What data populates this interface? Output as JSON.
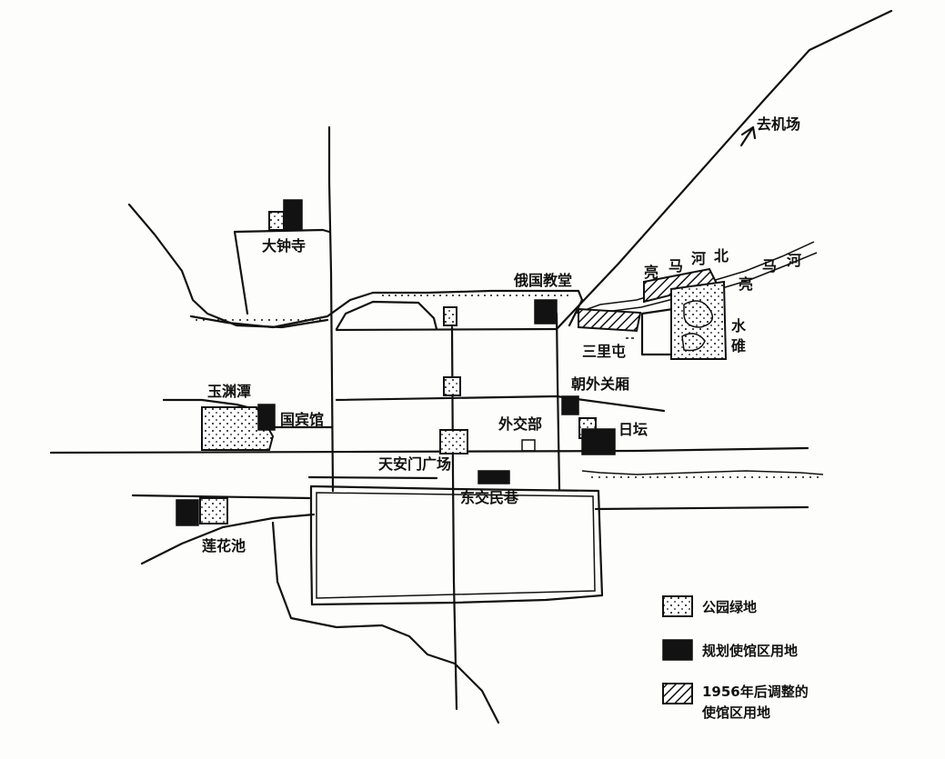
{
  "labels": {
    "dazhongsi": "大钟寺",
    "eguo_jiaotang": "俄国教堂",
    "qu_jichang": "去机场",
    "liangmahe_bei": [
      "亮",
      "马",
      "河",
      "北"
    ],
    "liangmahe": [
      "亮",
      "马",
      "河"
    ],
    "shuidui": [
      "水",
      "碓"
    ],
    "sanlitun": "三里屯",
    "chaowai_guanxiang": "朝外关厢",
    "yuyuantan": "玉渊潭",
    "guobinguan": "国宾馆",
    "waijiaobu": "外交部",
    "ritan": "日坛",
    "tiananmen": "天安门广场",
    "dongjiaominxiang": "东交民巷",
    "lianhuachi": "莲花池"
  },
  "legend": {
    "park": "公园绿地",
    "embassy_planned": "规划使馆区用地",
    "embassy_adjusted_line1": "1956年后调整的",
    "embassy_adjusted_line2": "使馆区用地"
  },
  "colors": {
    "ink": "#111111",
    "paper": "#fdfdfb"
  }
}
